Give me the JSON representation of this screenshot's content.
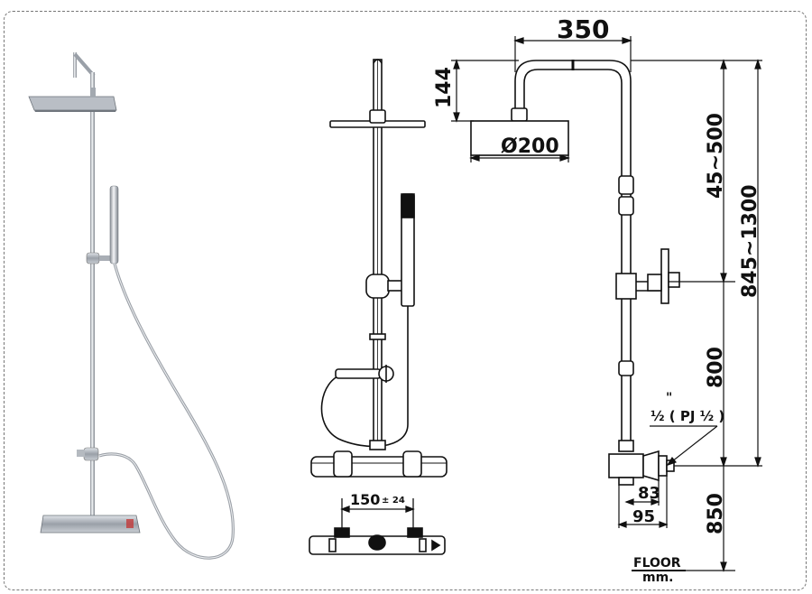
{
  "dimensions": {
    "width_top": "350",
    "head_height": "144",
    "head_diameter": "Ø200",
    "adjust_range": "45~500",
    "total_height": "845~1300",
    "bar_spacing": "800",
    "inlet_spacing": "150",
    "inlet_tolerance": "± 24",
    "wall_offset_a": "83",
    "wall_offset_b": "95",
    "valve_height": "850",
    "thread_label": "½ ( PJ ½ )",
    "thread_mark": "\"",
    "floor_label": "FLOOR",
    "unit_label": "mm."
  }
}
